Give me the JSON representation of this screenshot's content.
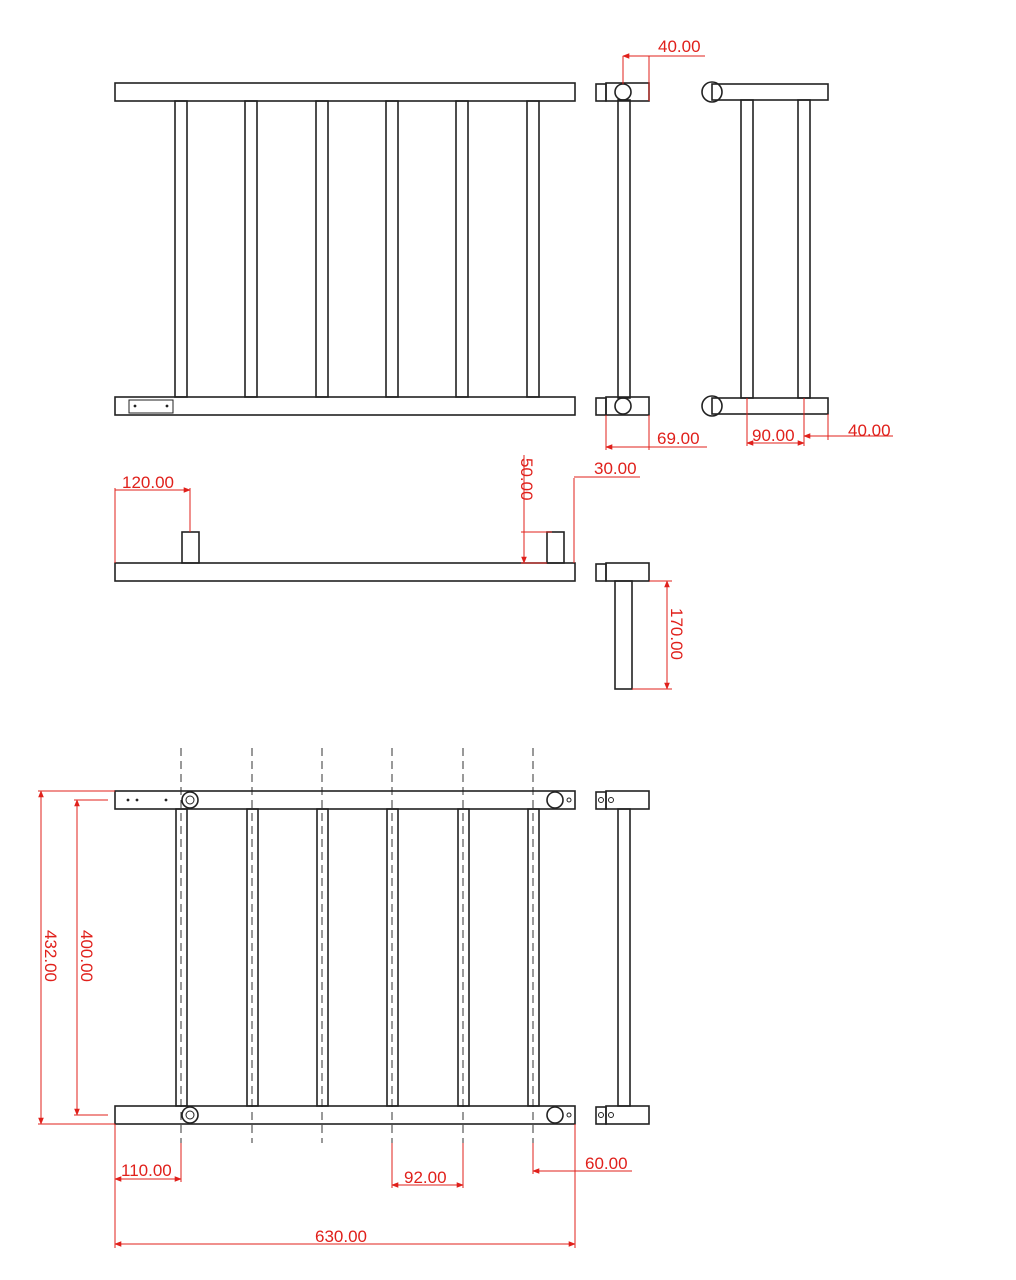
{
  "colors": {
    "outline": "#222222",
    "dimension": "#e0201b",
    "background": "#ffffff"
  },
  "dimensions": {
    "side_tube_dia": "40.00",
    "side_depth": "69.00",
    "end_spacing": "90.00",
    "end_offset": "40.00",
    "post_offset": "120.00",
    "post_height": "50.00",
    "post_width": "30.00",
    "bracket_height": "170.00",
    "overall_height": "432.00",
    "center_height": "400.00",
    "first_bar_offset": "110.00",
    "bar_pitch": "92.00",
    "end_margin": "60.00",
    "overall_width": "630.00"
  }
}
